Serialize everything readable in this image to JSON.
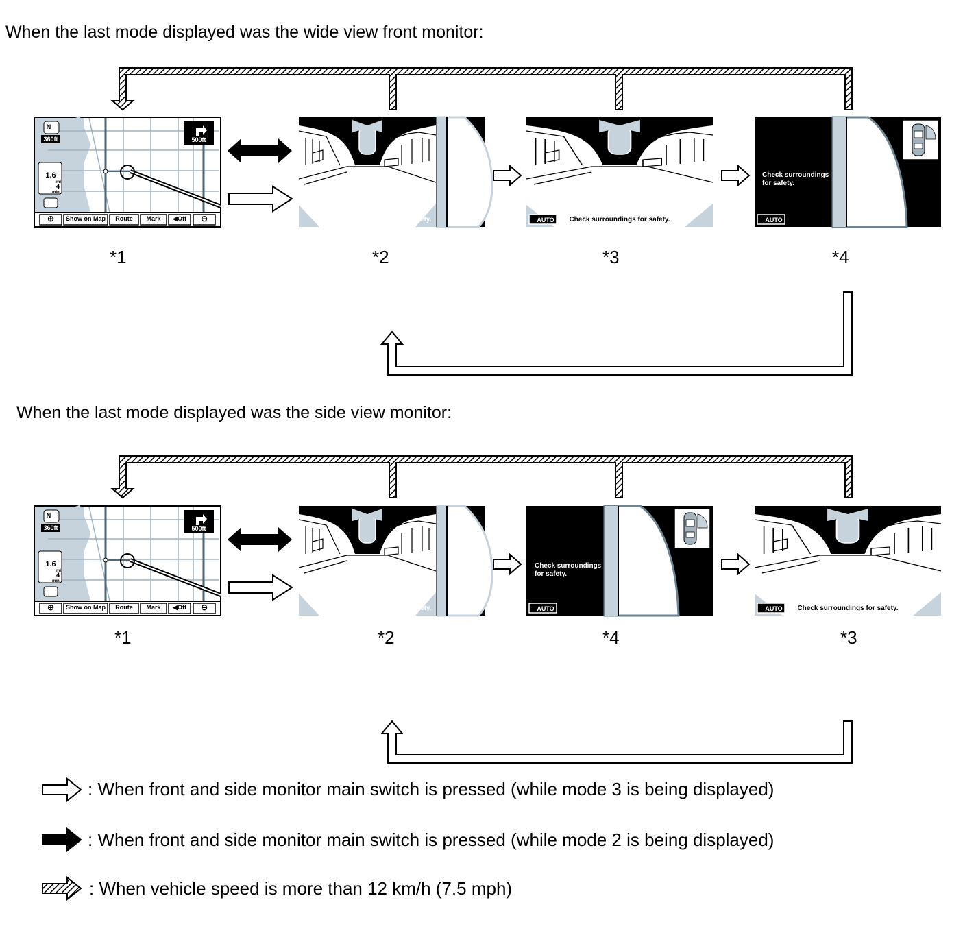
{
  "headings": {
    "wide": "When the last mode displayed was the wide view front monitor:",
    "side": "When the last mode displayed was the side view monitor:"
  },
  "labels": {
    "row1": [
      "*1",
      "*2",
      "*3",
      "*4"
    ],
    "row2": [
      "*1",
      "*2",
      "*4",
      "*3"
    ]
  },
  "screens": {
    "nav": {
      "scale": "360ft",
      "distance": "500ft",
      "north": "N",
      "trip_value": "1.6",
      "trip_unit": "mi",
      "trip_value2": "4",
      "trip_unit2": "min",
      "buttons": [
        "⊕",
        "Show on Map",
        "Route",
        "Mark",
        "◀Off",
        "⊖"
      ]
    },
    "check_text": "Check surroundings for safety.",
    "check_text_line1": "Check surroundings",
    "check_text_line2": "for safety.",
    "auto_label": "AUTO"
  },
  "legend": [
    {
      "kind": "white-arrow",
      "text": ": When front and side monitor main switch is pressed (while mode 3 is being displayed)"
    },
    {
      "kind": "black-arrow",
      "text": ": When front and side monitor main switch is pressed (while mode 2 is being displayed)"
    },
    {
      "kind": "hatched-arrow",
      "text": ": When vehicle speed is more than 12 km/h (7.5 mph)"
    }
  ]
}
